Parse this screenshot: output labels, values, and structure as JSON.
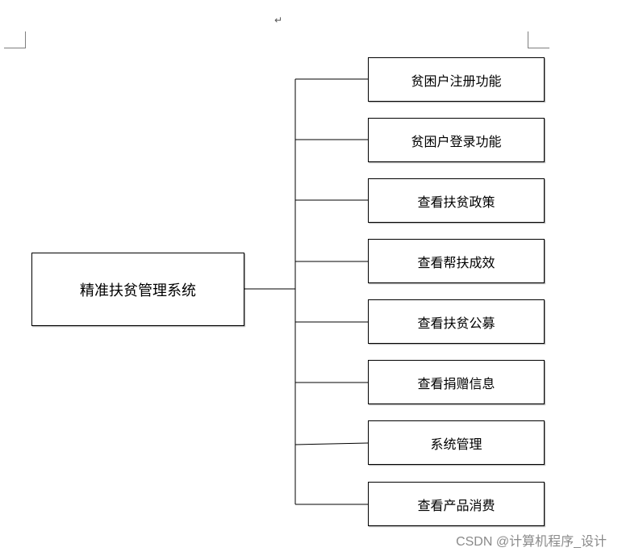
{
  "document": {
    "paragraph_mark": "↵"
  },
  "diagram": {
    "root": "精准扶贫管理系统",
    "children": [
      "贫困户注册功能",
      "贫困户登录功能",
      "查看扶贫政策",
      "查看帮扶成效",
      "查看扶贫公募",
      "查看捐赠信息",
      "系统管理",
      "查看产品消费"
    ]
  },
  "watermark": "CSDN @计算机程序_设计"
}
